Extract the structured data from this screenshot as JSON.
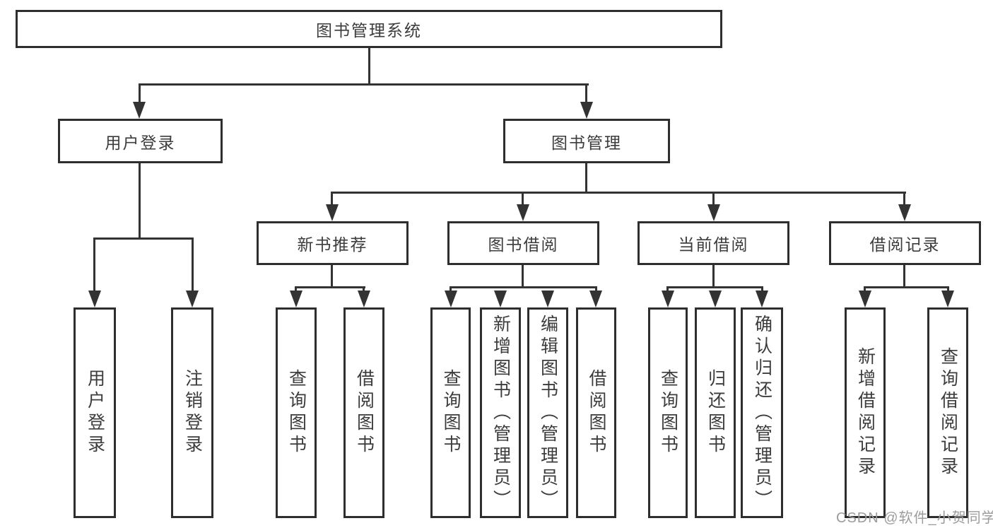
{
  "tree": {
    "label": "图书管理系统",
    "children": [
      {
        "label": "用户登录",
        "children": [
          {
            "label": "用户登录"
          },
          {
            "label": "注销登录"
          }
        ]
      },
      {
        "label": "图书管理",
        "children": [
          {
            "label": "新书推荐",
            "children": [
              {
                "label": "查询图书"
              },
              {
                "label": "借阅图书"
              }
            ]
          },
          {
            "label": "图书借阅",
            "children": [
              {
                "label": "查询图书"
              },
              {
                "label": "新增图书（管理员）"
              },
              {
                "label": "编辑图书（管理员）"
              },
              {
                "label": "借阅图书"
              }
            ]
          },
          {
            "label": "当前借阅",
            "children": [
              {
                "label": "查询图书"
              },
              {
                "label": "归还图书"
              },
              {
                "label": "确认归还（管理员）"
              }
            ]
          },
          {
            "label": "借阅记录",
            "children": [
              {
                "label": "新增借阅记录"
              },
              {
                "label": "查询借阅记录"
              }
            ]
          }
        ]
      }
    ]
  },
  "watermark": {
    "text": "CSDN @软件_小贺同学",
    "color": "#9c9c9c"
  },
  "colors": {
    "line": "#333333",
    "box_border": "#2e2e2e",
    "text": "#3c3c3c",
    "background": "#ffffff"
  }
}
